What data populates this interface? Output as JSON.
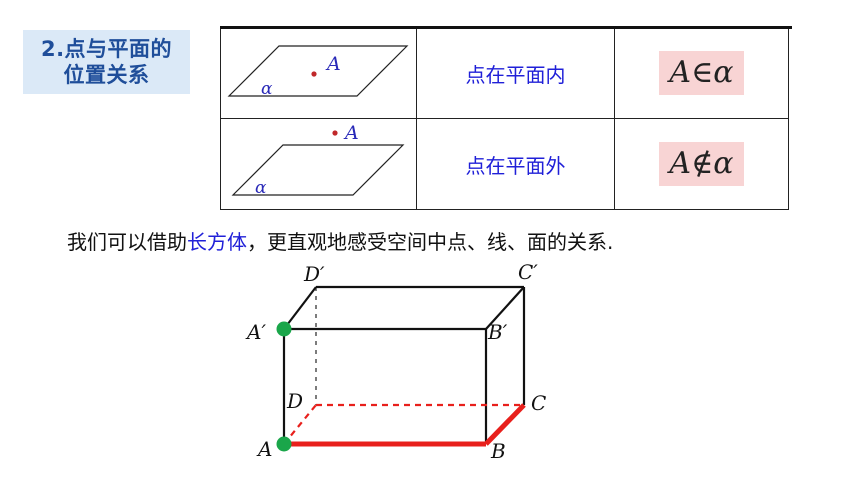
{
  "title": {
    "line1": "2.点与平面的",
    "line2": "位置关系"
  },
  "table": {
    "rows": [
      {
        "plane_label": "α",
        "point_label": "A",
        "description": "点在平面内",
        "notation": "A∈α"
      },
      {
        "plane_label": "α",
        "point_label": "A",
        "description": "点在平面外",
        "notation": "A∉α"
      }
    ]
  },
  "sentence": {
    "before": "我们可以借助",
    "highlight": "长方体",
    "after": "，更直观地感受空间中点、线、面的关系."
  },
  "cuboid": {
    "labels": {
      "a": "A",
      "b": "B",
      "c": "C",
      "d": "D",
      "a1": "A′",
      "b1": "B′",
      "c1": "C′",
      "d1": "D′"
    },
    "colors": {
      "edge": "#111111",
      "highlight": "#e8201c",
      "point": "#1aa64a"
    }
  }
}
